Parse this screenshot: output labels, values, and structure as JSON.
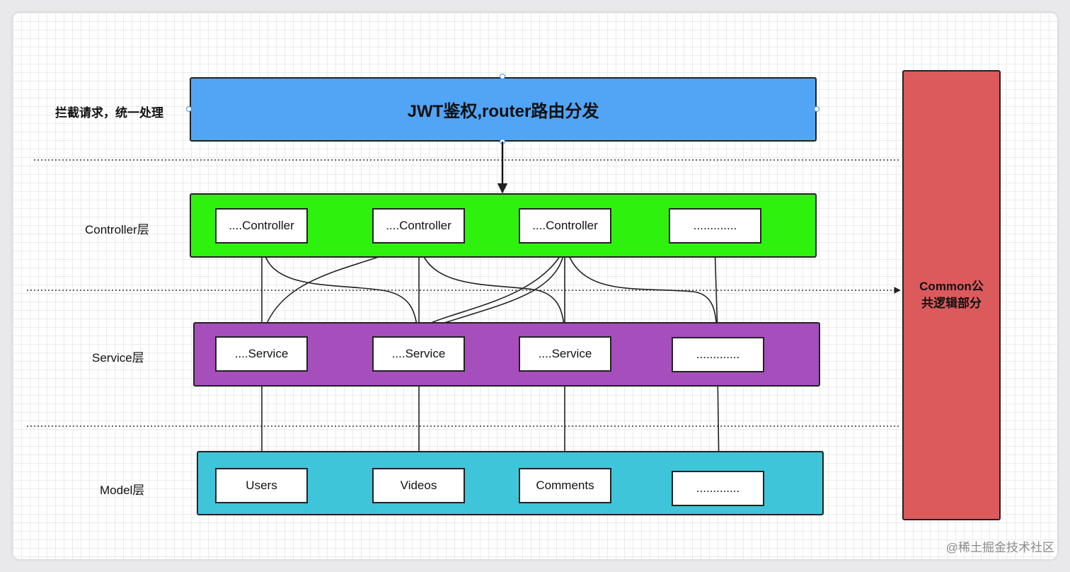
{
  "layer_labels": {
    "intercept": "拦截请求，统一处理",
    "controller": "Controller层",
    "service": "Service层",
    "model": "Model层"
  },
  "jwt_box": {
    "label": "JWT鉴权,router路由分发",
    "color": "#52a4f5"
  },
  "controller_layer": {
    "color": "#2ef20e",
    "boxes": [
      "....Controller",
      "....Controller",
      "....Controller",
      "............."
    ]
  },
  "service_layer": {
    "color": "#a74ebd",
    "boxes": [
      "....Service",
      "....Service",
      "....Service",
      "............."
    ]
  },
  "model_layer": {
    "color": "#3ec5d9",
    "boxes": [
      "Users",
      "Videos",
      "Comments",
      "............."
    ]
  },
  "common_box": {
    "label": "Common公共逻辑部分",
    "color": "#dc5a5c"
  },
  "watermark": "@稀土掘金技术社区"
}
